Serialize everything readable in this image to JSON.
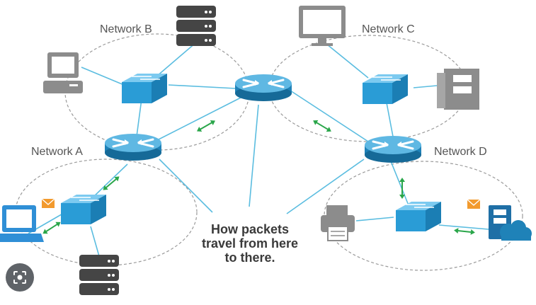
{
  "networks": [
    {
      "id": "a",
      "label": "Network A"
    },
    {
      "id": "b",
      "label": "Network B"
    },
    {
      "id": "c",
      "label": "Network C"
    },
    {
      "id": "d",
      "label": "Network D"
    }
  ],
  "caption": [
    "How packets",
    "travel from here",
    "to there."
  ],
  "colors": {
    "link": "#5bbde0",
    "boundary": "#9a9a9a",
    "router": "#1f82b8",
    "router_top": "#5fb8e3",
    "switch": "#38a8dc",
    "arrow": "#2aa64a",
    "device_gray": "#8c8c8c",
    "server_dark": "#454545",
    "laptop": "#2f8fd6",
    "envelope": "#f29a2e"
  },
  "icons": [
    "router-icon",
    "switch-icon",
    "server-icon",
    "desktop-computer-icon",
    "monitor-icon",
    "tower-pc-icon",
    "laptop-icon",
    "printer-icon",
    "cloud-server-icon",
    "envelope-icon",
    "bidirectional-arrow-icon",
    "lens-icon"
  ]
}
